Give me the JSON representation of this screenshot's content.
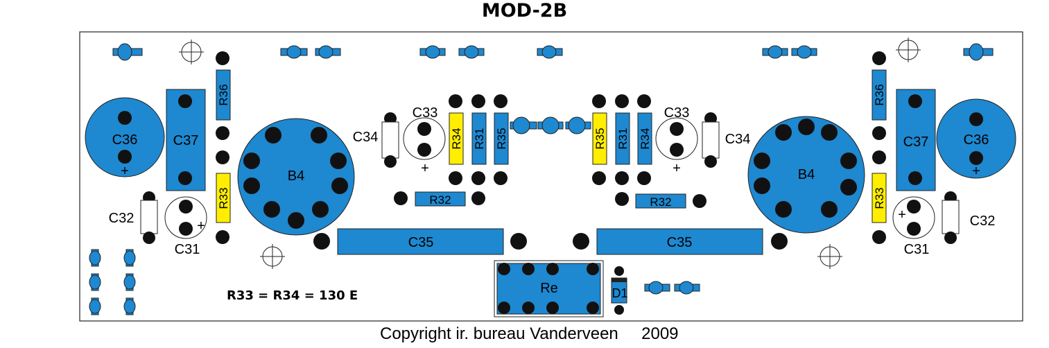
{
  "title": "MOD-2B",
  "footer": {
    "copyright": "Copyright ir. bureau Vanderveen",
    "year": "2009"
  },
  "note": "R33 = R34 = 130 E",
  "labels": {
    "c36": "C36",
    "c37": "C37",
    "c36_plus": "+",
    "r36": "R36",
    "r33": "R33",
    "b4": "B4",
    "c32": "C32",
    "c31": "C31",
    "c31_plus": "+",
    "c33": "C33",
    "c33_plus": "+",
    "c34": "C34",
    "r34": "R34",
    "r31": "R31",
    "r35": "R35",
    "r32": "R32",
    "c35": "C35",
    "re": "Re",
    "d1": "D1"
  },
  "colors": {
    "pad": "#111111",
    "component_blue": "#1e88d0",
    "resistor_yellow": "#ffee00",
    "outline": "#222222",
    "background": "#ffffff"
  },
  "icons": [
    "mounting-hole-icon"
  ]
}
